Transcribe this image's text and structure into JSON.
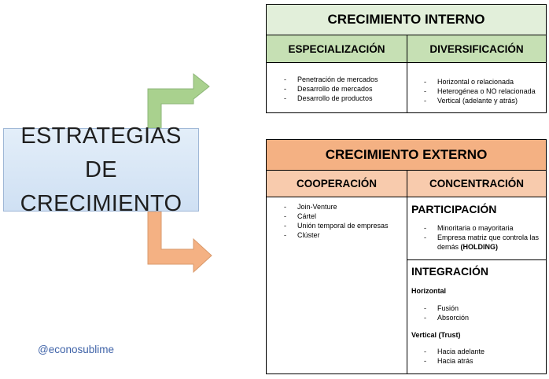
{
  "main_box": {
    "line1": "ESTRATEGIAS DE",
    "line2": "CRECIMIENTO"
  },
  "colors": {
    "green_fill": "#a9d18e",
    "green_stroke": "#8db678",
    "orange_fill": "#f4b183",
    "orange_stroke": "#d99a6c",
    "internal_title_bg": "#e2efda",
    "internal_head_bg": "#c6e0b4",
    "external_title_bg": "#f4b183",
    "external_head_bg": "#f8cbad"
  },
  "internal": {
    "title": "CRECIMIENTO INTERNO",
    "col1": {
      "header": "ESPECIALIZACIÓN",
      "items": [
        "Penetración de mercados",
        "Desarrollo de mercados",
        "Desarrollo de productos"
      ]
    },
    "col2": {
      "header": "DIVERSIFICACIÓN",
      "items": [
        "Horizontal o relacionada",
        "Heterogénea o NO relacionada",
        "Vertical (adelante y atrás)"
      ]
    }
  },
  "external": {
    "title": "CRECIMIENTO EXTERNO",
    "col1": {
      "header": "COOPERACIÓN",
      "items": [
        "Join-Venture",
        "Cártel",
        "Unión temporal de empresas",
        "Clúster"
      ]
    },
    "col2": {
      "header": "CONCENTRACIÓN",
      "participacion": {
        "title": "PARTICIPACIÓN",
        "item1": "Minoritaria o mayoritaria",
        "item2_text": "Empresa matriz que controla las demás ",
        "item2_bold": "(HOLDING)"
      },
      "integracion": {
        "title": "INTEGRACIÓN",
        "horizontal_label": "Horizontal",
        "horizontal_items": [
          "Fusión",
          "Absorción"
        ],
        "vertical_label": "Vertical (Trust)",
        "vertical_items": [
          "Hacia adelante",
          "Hacia atrás"
        ]
      }
    }
  },
  "handle": "@econosublime"
}
